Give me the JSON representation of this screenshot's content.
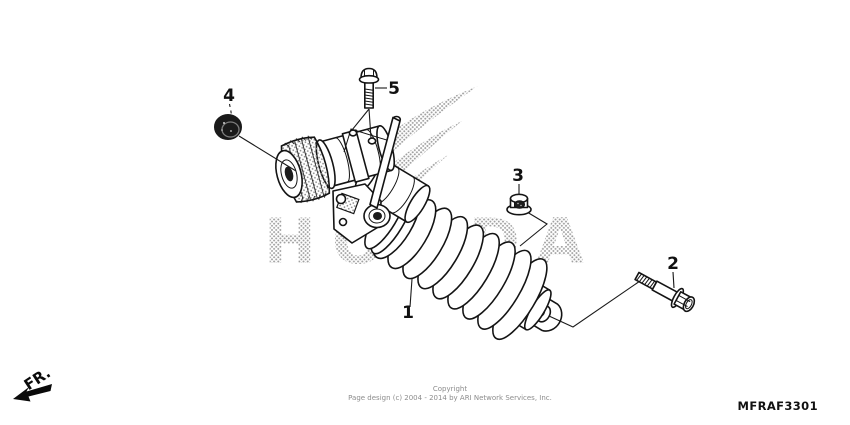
{
  "diagram": {
    "code": "MFRAF3301",
    "direction_label": "FR.",
    "watermark": "HONDA",
    "copyright": {
      "line1": "Copyright",
      "line2": "Page design (c) 2004 - 2014 by ARI Network Services, Inc."
    },
    "callouts": [
      {
        "label": "1"
      },
      {
        "label": "2"
      },
      {
        "label": "3"
      },
      {
        "label": "4"
      },
      {
        "label": "5"
      }
    ]
  },
  "colors": {
    "background": "#ffffff",
    "line_art": "#141414",
    "watermark_gray": "#9f9f9f",
    "smallprint_gray": "#8c8c8c"
  }
}
